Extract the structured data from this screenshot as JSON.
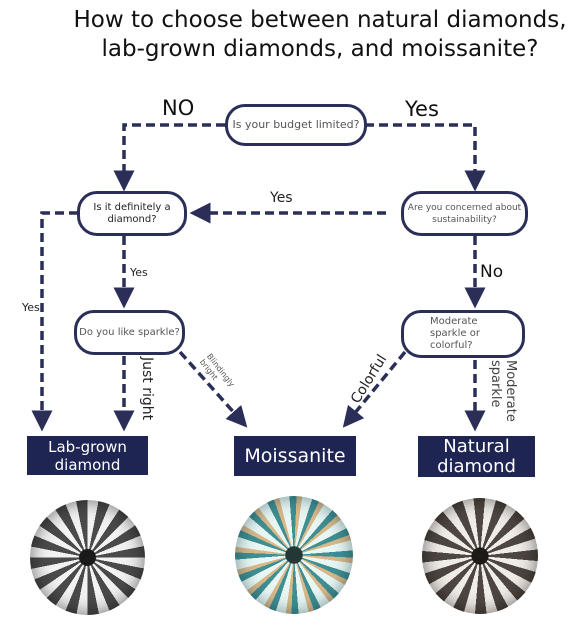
{
  "title": "How to choose between natural diamonds, lab-grown diamonds, and moissanite?",
  "nodes": {
    "budget": "Is your budget limited?",
    "definitely": "Is it definitely a diamond?",
    "sustainability": "Are you concerned about sustainability?",
    "sparkle": "Do you like sparkle?",
    "moderate": "Moderate sparkle or colorful?"
  },
  "edges": {
    "no_budget": "NO",
    "yes_budget": "Yes",
    "yes_sustain": "Yes",
    "yes_definitely_side": "Yes",
    "yes_definitely_down": "Yes",
    "no_sustain": "No",
    "just_right": "Just right",
    "blindingly_bright": "Blindingly bright",
    "colorful": "Colorful",
    "moderate_sparkle": "Moderate sparkle"
  },
  "results": {
    "lab": "Lab-grown diamond",
    "moissanite": "Moissanite",
    "natural": "Natural diamond"
  },
  "colors": {
    "navy": "#1f2553",
    "arrow": "#2b2f58"
  }
}
